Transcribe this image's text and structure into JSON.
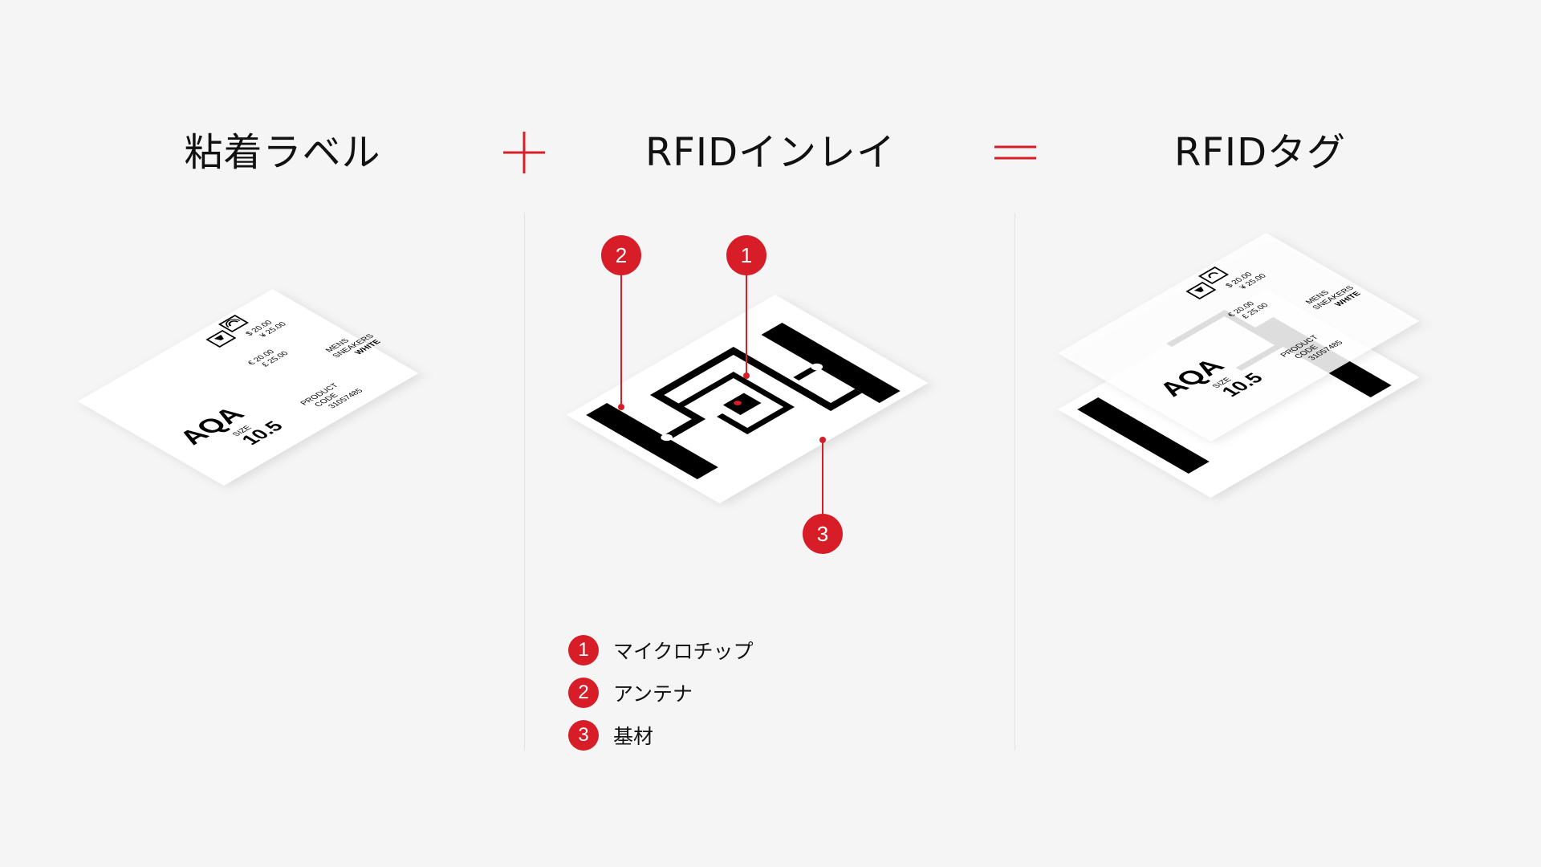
{
  "headings": {
    "label": "粘着ラベル",
    "inlay": "RFIDインレイ",
    "tag": "RFIDタグ"
  },
  "operators": {
    "plus": "plus-icon",
    "equals": "equals-icon"
  },
  "colors": {
    "accent": "#d71e28",
    "ink": "#000000",
    "background": "#f5f5f5",
    "card": "#ffffff"
  },
  "label_card": {
    "brand": "AQA",
    "size_caption": "SIZE",
    "size_value": "10.5",
    "price_eur": "€ 20.00",
    "price_gbp": "£ 25.00",
    "price_usd": "$ 20.00",
    "price_jpy": "¥ 25.00",
    "product_line1": "PRODUCT",
    "product_line2": "CODE",
    "product_code": "31057485",
    "category_line1": "MENS",
    "category_line2": "SNEAKERS",
    "category_line3": "WHITE",
    "icons": [
      "fragile-glass-icon",
      "rfid-signal-icon"
    ]
  },
  "callouts": [
    {
      "number": "1",
      "name": "マイクロチップ"
    },
    {
      "number": "2",
      "name": "アンテナ"
    },
    {
      "number": "3",
      "name": "基材"
    }
  ]
}
